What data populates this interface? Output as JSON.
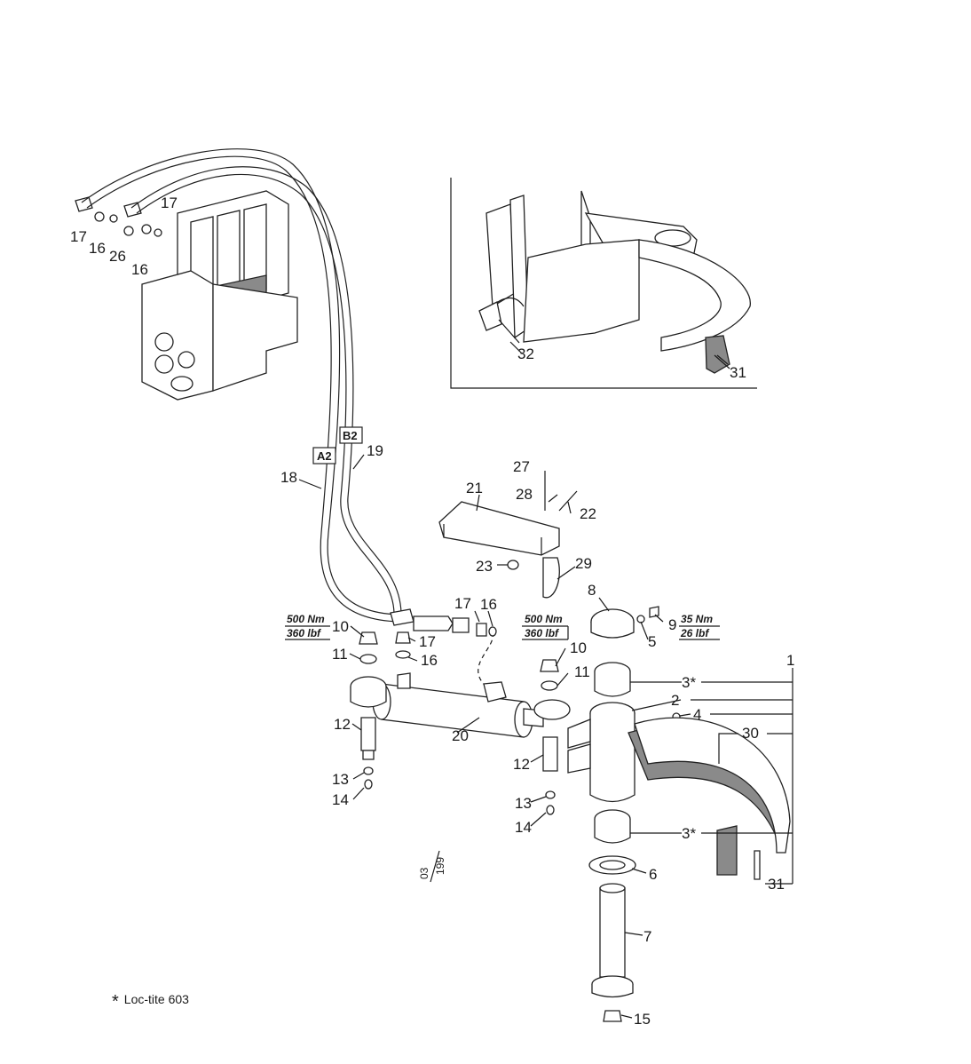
{
  "labels": {
    "l1": "1",
    "l2": "2",
    "l3a": "3*",
    "l3b": "3*",
    "l4": "4",
    "l5": "5",
    "l6": "6",
    "l7": "7",
    "l8": "8",
    "l9": "9",
    "l10a": "10",
    "l10b": "10",
    "l11a": "11",
    "l11b": "11",
    "l12a": "12",
    "l12b": "12",
    "l13a": "13",
    "l13b": "13",
    "l14a": "14",
    "l14b": "14",
    "l15": "15",
    "l16a": "16",
    "l16b": "16",
    "l16c": "16",
    "l16d": "16",
    "l17a": "17",
    "l17b": "17",
    "l17c": "17",
    "l17d": "17",
    "l18": "18",
    "l19": "19",
    "l20": "20",
    "l21": "21",
    "l22": "22",
    "l23": "23",
    "l26": "26",
    "l27": "27",
    "l28": "28",
    "l29": "29",
    "l30": "30",
    "l31a": "31",
    "l31b": "31",
    "l32": "32"
  },
  "port_tags": {
    "a2": "A2",
    "b2": "B2"
  },
  "torque": {
    "left": {
      "nm": "500 Nm",
      "lbf": "360 lbf"
    },
    "mid": {
      "nm": "500 Nm",
      "lbf": "360 lbf"
    },
    "right": {
      "nm": "35 Nm",
      "lbf": "26 lbf"
    }
  },
  "drawing_ref": {
    "top": "03",
    "bottom": "199"
  },
  "footnote": {
    "symbol": "*",
    "text": "Loc-tite 603"
  }
}
